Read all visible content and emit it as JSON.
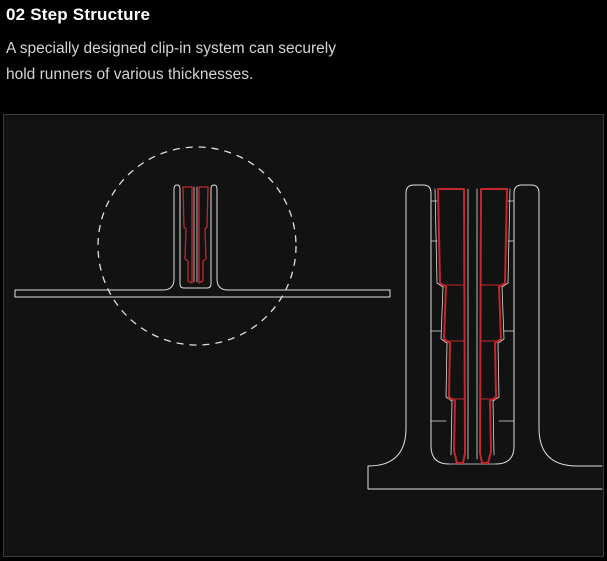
{
  "colors": {
    "background": "#000000",
    "panel_background": "#121212",
    "panel_border": "#3a3a3a",
    "line": "#dedede",
    "accent": "#c1272d"
  },
  "header": {
    "title": "02 Step Structure",
    "subtitle_lines": [
      "A specially designed clip-in system can securely",
      "hold runners of various thicknesses."
    ]
  }
}
